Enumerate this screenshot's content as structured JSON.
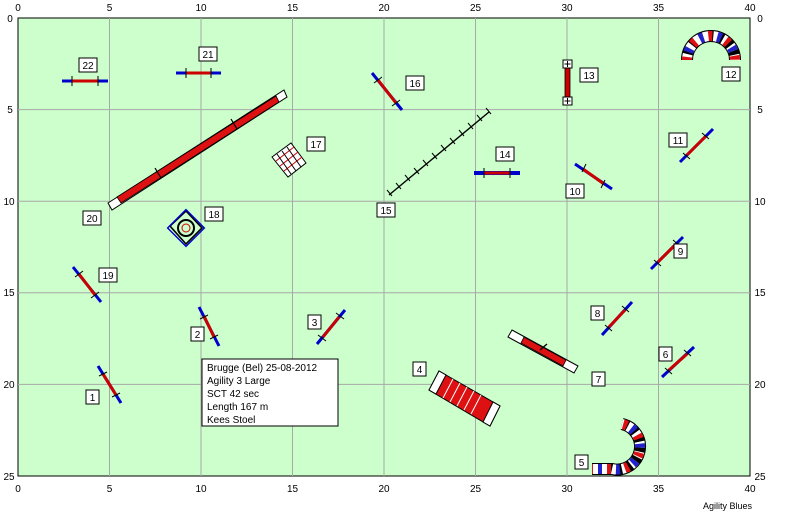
{
  "arena": {
    "x_ticks": [
      "0",
      "5",
      "10",
      "15",
      "20",
      "25",
      "30",
      "35",
      "40"
    ],
    "y_ticks": [
      "0",
      "5",
      "10",
      "15",
      "20",
      "25"
    ],
    "field_color": "#ccffcc",
    "grid_color": "#a0a0a0"
  },
  "info_box": {
    "line1": "Brugge (Bel) 25-08-2012",
    "line2": "Agility 3 Large",
    "line3": "SCT 42  sec",
    "line4": "Length 167 m",
    "line5": "Kees Stoel"
  },
  "brand": "Agility Blues",
  "numbers": [
    "1",
    "2",
    "3",
    "4",
    "5",
    "6",
    "7",
    "8",
    "9",
    "10",
    "11",
    "12",
    "13",
    "14",
    "15",
    "16",
    "17",
    "18",
    "19",
    "20",
    "21",
    "22"
  ],
  "colors": {
    "jump_end": "#0000cc",
    "jump_bar": "#cc0000",
    "contact": "#dd1111",
    "tunnel_blue": "#2222cc",
    "tunnel_red": "#dd1111"
  }
}
